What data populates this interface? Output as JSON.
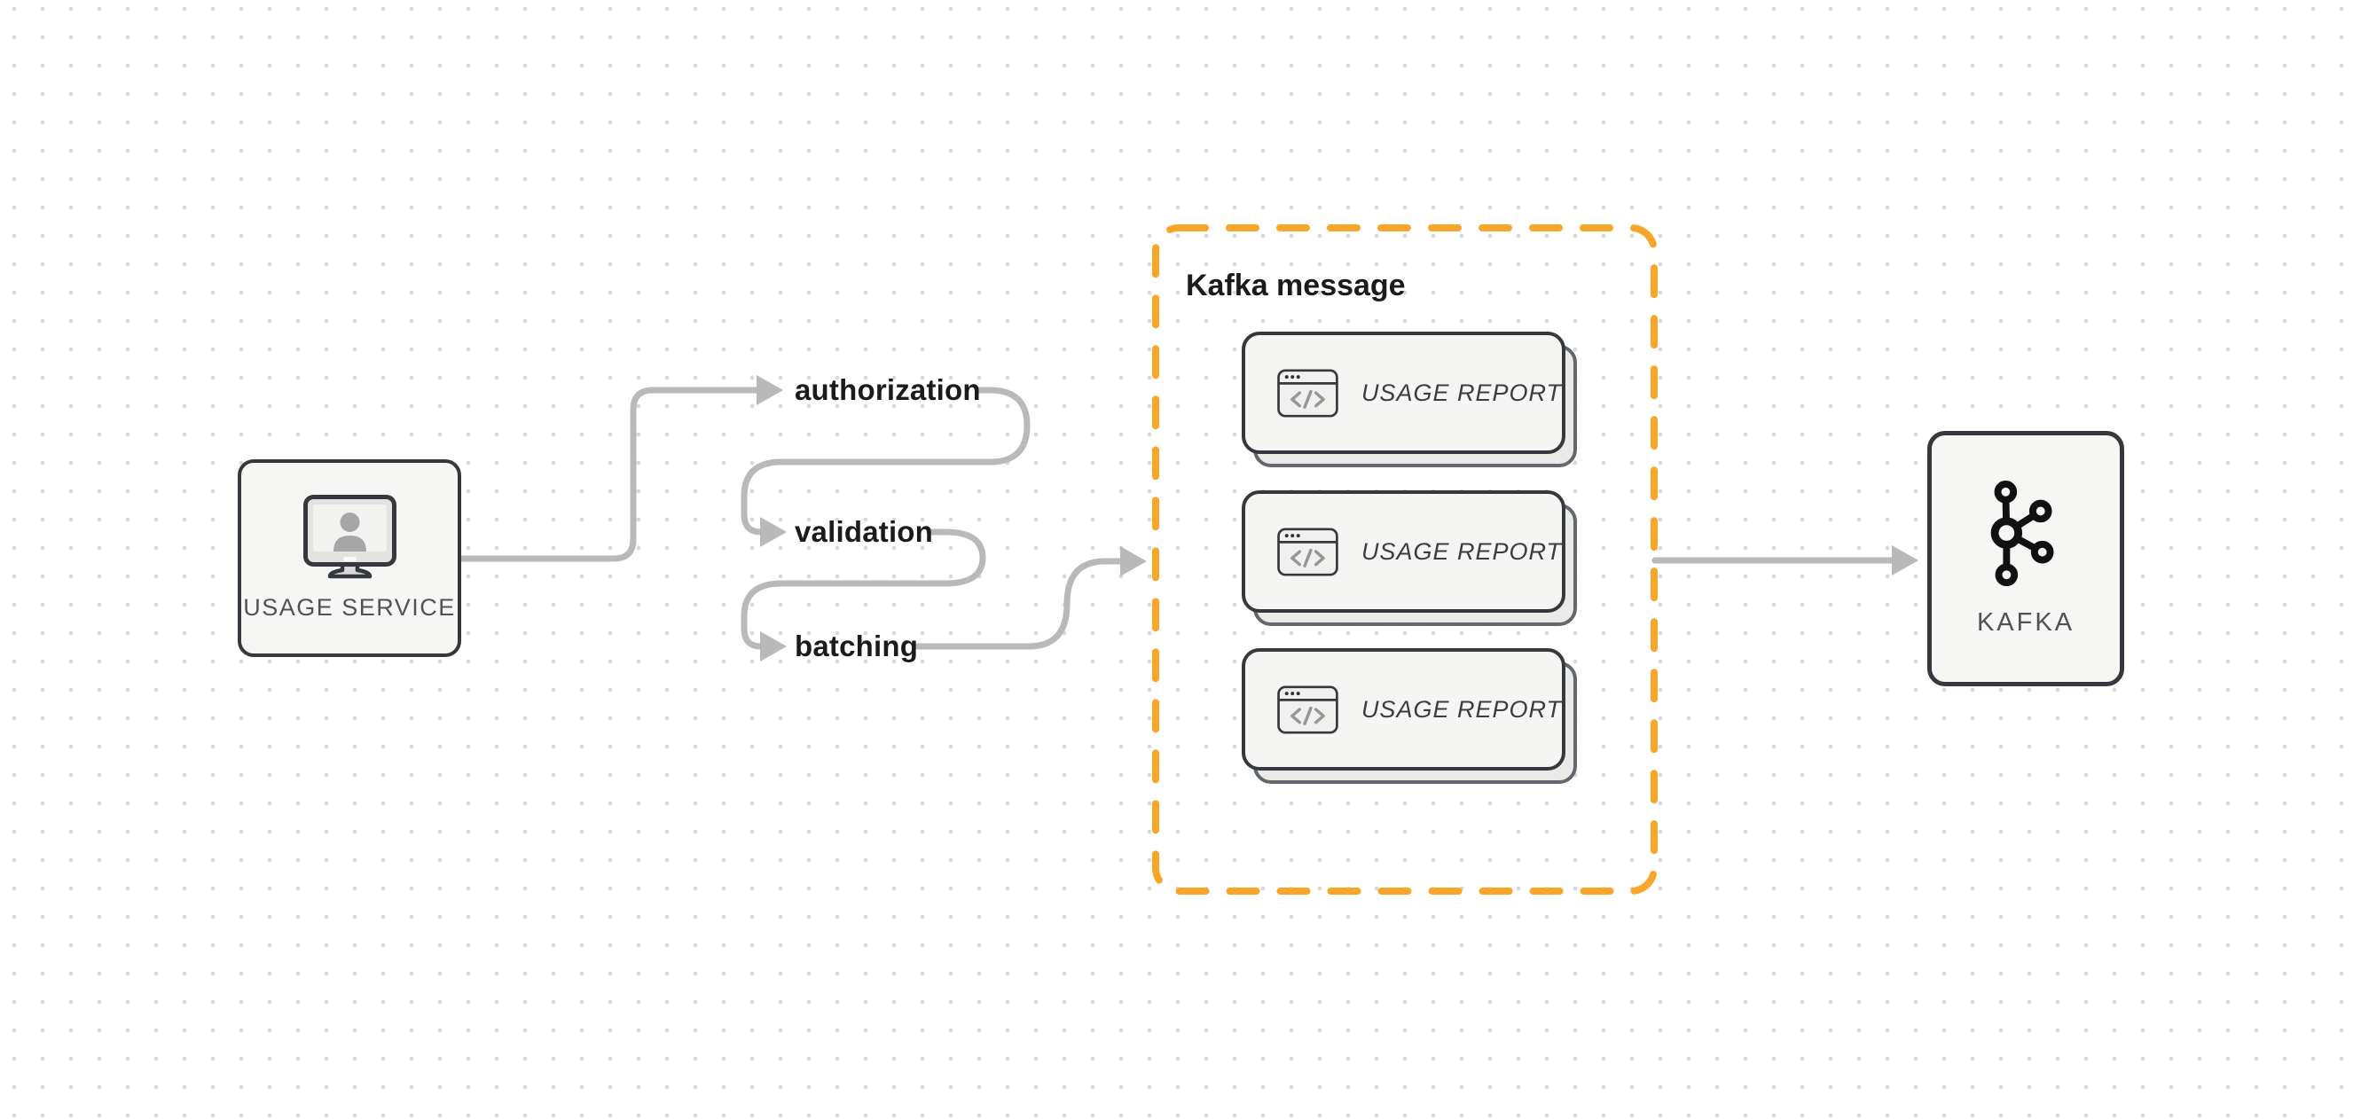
{
  "nodes": {
    "usage_service": {
      "label": "USAGE SERVICE",
      "icon": "monitor-user-icon"
    },
    "kafka": {
      "label": "KAFKA",
      "icon": "kafka-logo-icon"
    }
  },
  "flow_steps": [
    {
      "label": "authorization"
    },
    {
      "label": "validation"
    },
    {
      "label": "batching"
    }
  ],
  "kafka_message_group": {
    "title": "Kafka message",
    "cards": [
      {
        "label": "USAGE REPORT",
        "icon": "code-window-icon"
      },
      {
        "label": "USAGE REPORT",
        "icon": "code-window-icon"
      },
      {
        "label": "USAGE REPORT",
        "icon": "code-window-icon"
      }
    ]
  },
  "colors": {
    "accent_orange": "#F8A62A",
    "connector_gray": "#b9b9b9",
    "border_dark": "#35393d",
    "node_fill": "#f6f6f4",
    "card_fill": "#f5f6f4",
    "shadow_fill": "#eaeae8",
    "shadow_border": "#64686c",
    "label_dark": "#1a1b1d",
    "muted_text": "#4f5256",
    "icon_gray": "#969696",
    "kafka_logo": "#111111",
    "dot_grid": "#d9d9d9",
    "background": "#ffffff"
  }
}
